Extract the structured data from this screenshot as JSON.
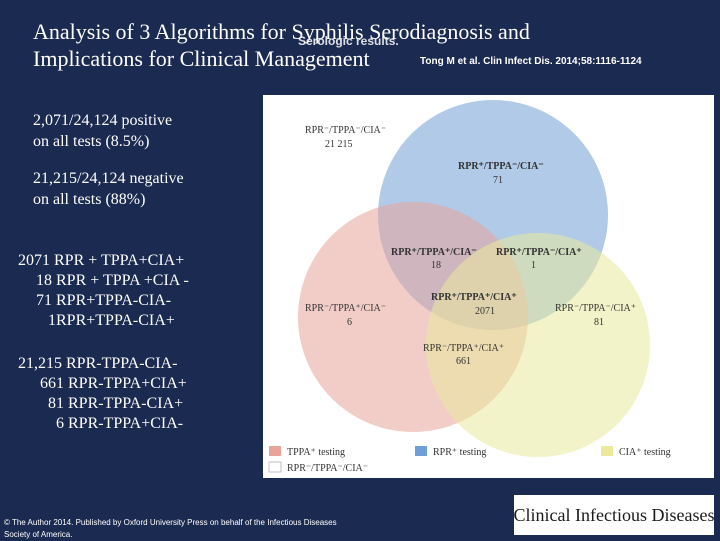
{
  "slide": {
    "title_line1": "Analysis of 3 Algorithms for Syphilis Serodiagnosis and",
    "title_line2": "Implications for Clinical Management",
    "overlap_text": "Serologic results.",
    "citation": "Tong M et al. Clin Infect Dis. 2014;58:1116-1124",
    "stat1_line1": "2,071/24,124 positive",
    "stat1_line2": "on all tests (8.5%)",
    "stat2_line1": "21,215/24,124 negative",
    "stat2_line2": "on all tests (88%)",
    "group1": [
      "2071 RPR + TPPA+CIA+",
      "18 RPR + TPPA +CIA -",
      "71 RPR+TPPA-CIA-",
      "1RPR+TPPA-CIA+"
    ],
    "group2": [
      "21,215 RPR-TPPA-CIA-",
      "661 RPR-TPPA+CIA+",
      "81 RPR-TPPA-CIA+",
      "6 RPR-TPPA+CIA-"
    ],
    "footer_line1": "© The Author 2014. Published by Oxford University Press on behalf of the Infectious Diseases",
    "footer_line2": "Society of America.",
    "logo_text": "Clinical Infectious Diseases"
  },
  "venn": {
    "colors": {
      "rpr": "#6f9fd6",
      "tppa": "#e8a49a",
      "cia": "#eaea9c"
    },
    "all_neg_label": "RPR⁻/TPPA⁻/CIA⁻",
    "all_neg_count": "21 215",
    "regions": [
      {
        "id": "rpr-only",
        "label": "RPR⁺/TPPA⁻/CIA⁻",
        "count": "71"
      },
      {
        "id": "rpr-tppa",
        "label": "RPR⁺/TPPA⁺/CIA⁻",
        "count": "18"
      },
      {
        "id": "rpr-cia",
        "label": "RPR⁺/TPPA⁻/CIA⁺",
        "count": "1"
      },
      {
        "id": "all-pos",
        "label": "RPR⁺/TPPA⁺/CIA⁺",
        "count": "2071"
      },
      {
        "id": "tppa-only",
        "label": "RPR⁻/TPPA⁺/CIA⁻",
        "count": "6"
      },
      {
        "id": "cia-only",
        "label": "RPR⁻/TPPA⁻/CIA⁺",
        "count": "81"
      },
      {
        "id": "tppa-cia",
        "label": "RPR⁻/TPPA⁺/CIA⁺",
        "count": "661"
      }
    ],
    "legend": [
      "TPPA⁺ testing",
      "RPR⁺ testing",
      "CIA⁺ testing",
      "RPR⁻/TPPA⁻/CIA⁻"
    ]
  }
}
